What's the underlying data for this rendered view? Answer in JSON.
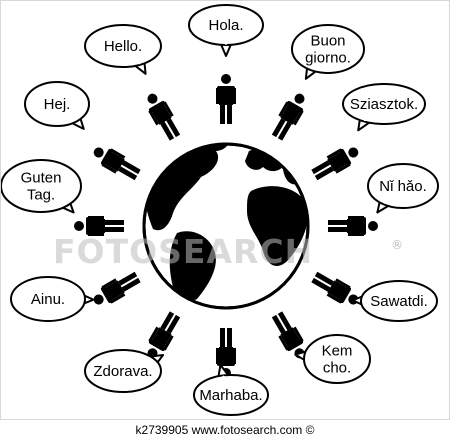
{
  "colors": {
    "ink": "#000000",
    "paper": "#ffffff",
    "watermark": "#bcbcbc"
  },
  "greetings": [
    {
      "lines": [
        "Hola."
      ]
    },
    {
      "lines": [
        "Buon",
        "giorno."
      ]
    },
    {
      "lines": [
        "Sziasztok."
      ]
    },
    {
      "lines": [
        "Nǐ hǎo."
      ]
    },
    {
      "lines": [
        "Sawatdi."
      ]
    },
    {
      "lines": [
        "Kem",
        "cho."
      ]
    },
    {
      "lines": [
        "Marhaba."
      ]
    },
    {
      "lines": [
        "Zdorava."
      ]
    },
    {
      "lines": [
        "Ainu."
      ]
    },
    {
      "lines": [
        "Guten",
        "Tag."
      ]
    },
    {
      "lines": [
        "Hej."
      ]
    },
    {
      "lines": [
        "Hello."
      ]
    }
  ],
  "watermark": {
    "text": "FOTOSEARCH",
    "mark": "®"
  },
  "footer": "k2739905  www.fotosearch.com ©",
  "icons": {
    "center": "globe-icon",
    "people": "person-icon",
    "bubbles": "speech-bubble-icon"
  }
}
